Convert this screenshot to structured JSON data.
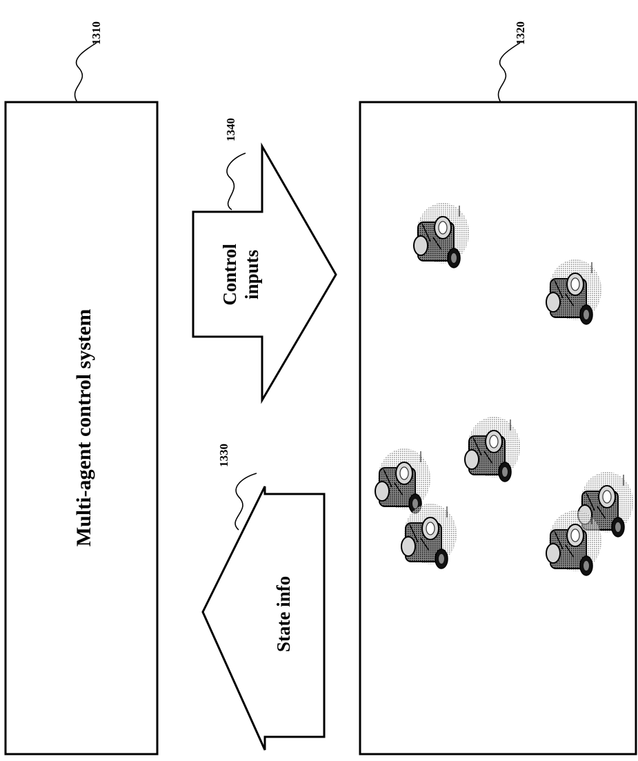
{
  "refs": {
    "control_system": "1310",
    "environment": "1320",
    "state_arrow": "1330",
    "control_arrow": "1340"
  },
  "labels": {
    "control_system": "Multi-agent control system",
    "control_inputs_line1": "Control",
    "control_inputs_line2": "inputs",
    "state_info": "State info"
  },
  "robots": {
    "count": 7,
    "icon": "wheeled-robot-icon"
  }
}
